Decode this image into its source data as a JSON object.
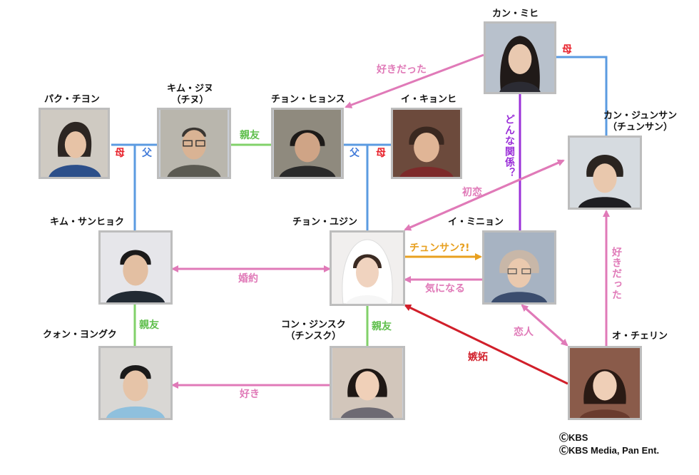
{
  "characters": {
    "kang_mihi": {
      "name": "カン・ミヒ"
    },
    "park_chiyon": {
      "name": "パク・チヨン"
    },
    "kim_jinu": {
      "name": "キム・ジヌ",
      "sub": "（チヌ）"
    },
    "jung_hyunsu": {
      "name": "チョン・ヒョンス"
    },
    "lee_yonghee": {
      "name": "イ・キョンヒ"
    },
    "kang_joonsang": {
      "name": "カン・ジュンサン",
      "sub": "（チュンサン）"
    },
    "kim_sanghyuk": {
      "name": "キム・サンヒョク"
    },
    "jung_yujin": {
      "name": "チョン・ユジン"
    },
    "lee_minhyung": {
      "name": "イ・ミニョン"
    },
    "kwon_yongguk": {
      "name": "クォン・ヨングク"
    },
    "kong_jinsuk": {
      "name": "コン・ジンスク",
      "sub": "（チンスク）"
    },
    "oh_chaerin": {
      "name": "オ・チェリン"
    }
  },
  "relations": {
    "suki_datta_top": "好きだった",
    "haha_right": "母",
    "haha_left": "母",
    "chichi_left": "父",
    "shinyu_top": "親友",
    "chichi_mid": "父",
    "haha_mid": "母",
    "donna_kankei": "どんな関係？",
    "hatsukoi": "初恋",
    "suki_datta_right": "好きだった",
    "chunsan": "チュンサン?!",
    "kininaru": "気になる",
    "konyaku": "婚約",
    "shinyu_left": "親友",
    "shinyu_mid": "親友",
    "koibito": "恋人",
    "shitto": "嫉妬",
    "suki": "好き"
  },
  "credits": [
    "ⒸKBS",
    "ⒸKBS Media, Pan Ent."
  ],
  "colors": {
    "parent_line": "#5b9be1",
    "mother_label": "#e8202a",
    "father_label": "#3d78d8",
    "friend": "#82d16a",
    "love": "#e07ab8",
    "mystery": "#9b30d9",
    "suspicion": "#e8a020",
    "jealousy": "#d11f2a"
  }
}
